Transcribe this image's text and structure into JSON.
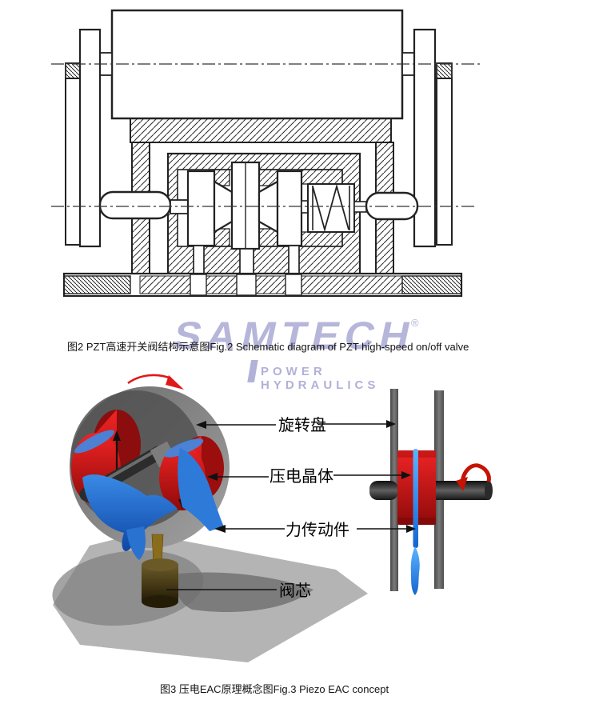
{
  "figure2": {
    "caption": "图2 PZT高速开关阀结构示意图Fig.2 Schematic diagram of PZT high-speed on/off valve"
  },
  "watermark": {
    "brand": "SAMTECH",
    "registered_mark": "®",
    "tagline": "POWER HYDRAULICS",
    "color": "#a4a4d2"
  },
  "figure3": {
    "caption": "图3 压电EAC原理概念图Fig.3 Piezo EAC concept",
    "labels": {
      "rotating_disc": "旋转盘",
      "piezo_crystal": "压电晶体",
      "force_transmission": "力传动件",
      "valve_core": "阀芯"
    },
    "colors": {
      "disc_gray": "#8f8f8f",
      "crystal_red": "#d81414",
      "transmission_blue": "#2f7fe0",
      "valve_core_brown": "#4a3a14",
      "rotation_arrow_red": "#e01818",
      "base_gray": "#b0b0b0"
    }
  }
}
